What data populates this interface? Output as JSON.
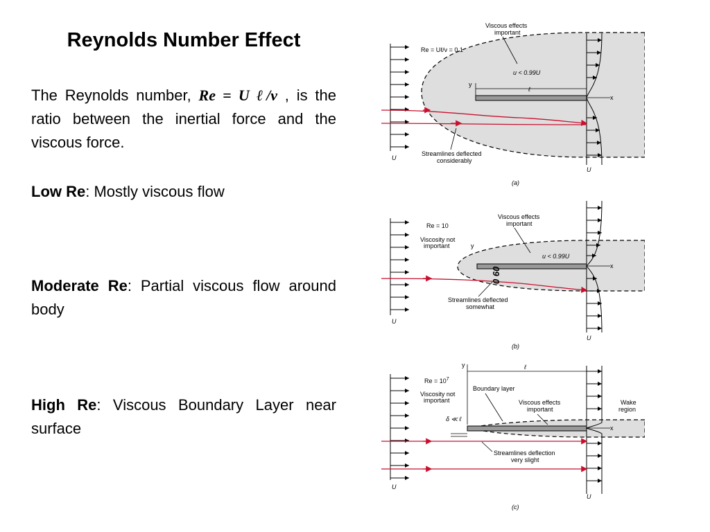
{
  "slide": {
    "title": "Reynolds Number Effect",
    "intro": {
      "prefix": "The Reynolds number, ",
      "formula": "Re = U ℓ/ν",
      "suffix": " , is the ratio between the inertial force and the viscous force."
    },
    "low": {
      "term": "Low Re",
      "rest": ": Mostly viscous flow"
    },
    "moderate": {
      "term": "Moderate Re",
      "rest": ": Partial viscous flow around body"
    },
    "high": {
      "term": "High Re",
      "rest": ": Viscous Boundary Layer near surface"
    }
  },
  "figures": {
    "a": {
      "re": "Re = Uℓ/ν = 0.1",
      "viscous": [
        "Viscous effects",
        "important"
      ],
      "u_cond": "u < 0.99U",
      "ell": "ℓ",
      "streamlines": [
        "Streamlines deflected",
        "considerably"
      ],
      "U_left": "U",
      "U_right": "U",
      "y": "y",
      "x": "x",
      "caption": "(a)"
    },
    "b": {
      "re": "Re = 10",
      "viscosity": [
        "Viscosity not",
        "important"
      ],
      "viscous": [
        "Viscous effects",
        "important"
      ],
      "u_cond": "u < 0.99U",
      "streamlines": [
        "Streamlines deflected",
        "somewhat"
      ],
      "overlay": "0 60",
      "U_left": "U",
      "U_right": "U",
      "y": "y",
      "x": "x",
      "caption": "(b)"
    },
    "c": {
      "re": "Re = 10",
      "re_exp": "7",
      "viscosity": [
        "Viscosity not",
        "important"
      ],
      "boundary": "Boundary layer",
      "viscous": [
        "Viscous effects",
        "important"
      ],
      "wake": [
        "Wake",
        "region"
      ],
      "delta": "δ ≪ ℓ",
      "ell": "ℓ",
      "streamlines": [
        "Streamlines deflection",
        "very slight"
      ],
      "U_left": "U",
      "U_right": "U",
      "y": "y",
      "x": "x",
      "caption": "(c)"
    }
  }
}
